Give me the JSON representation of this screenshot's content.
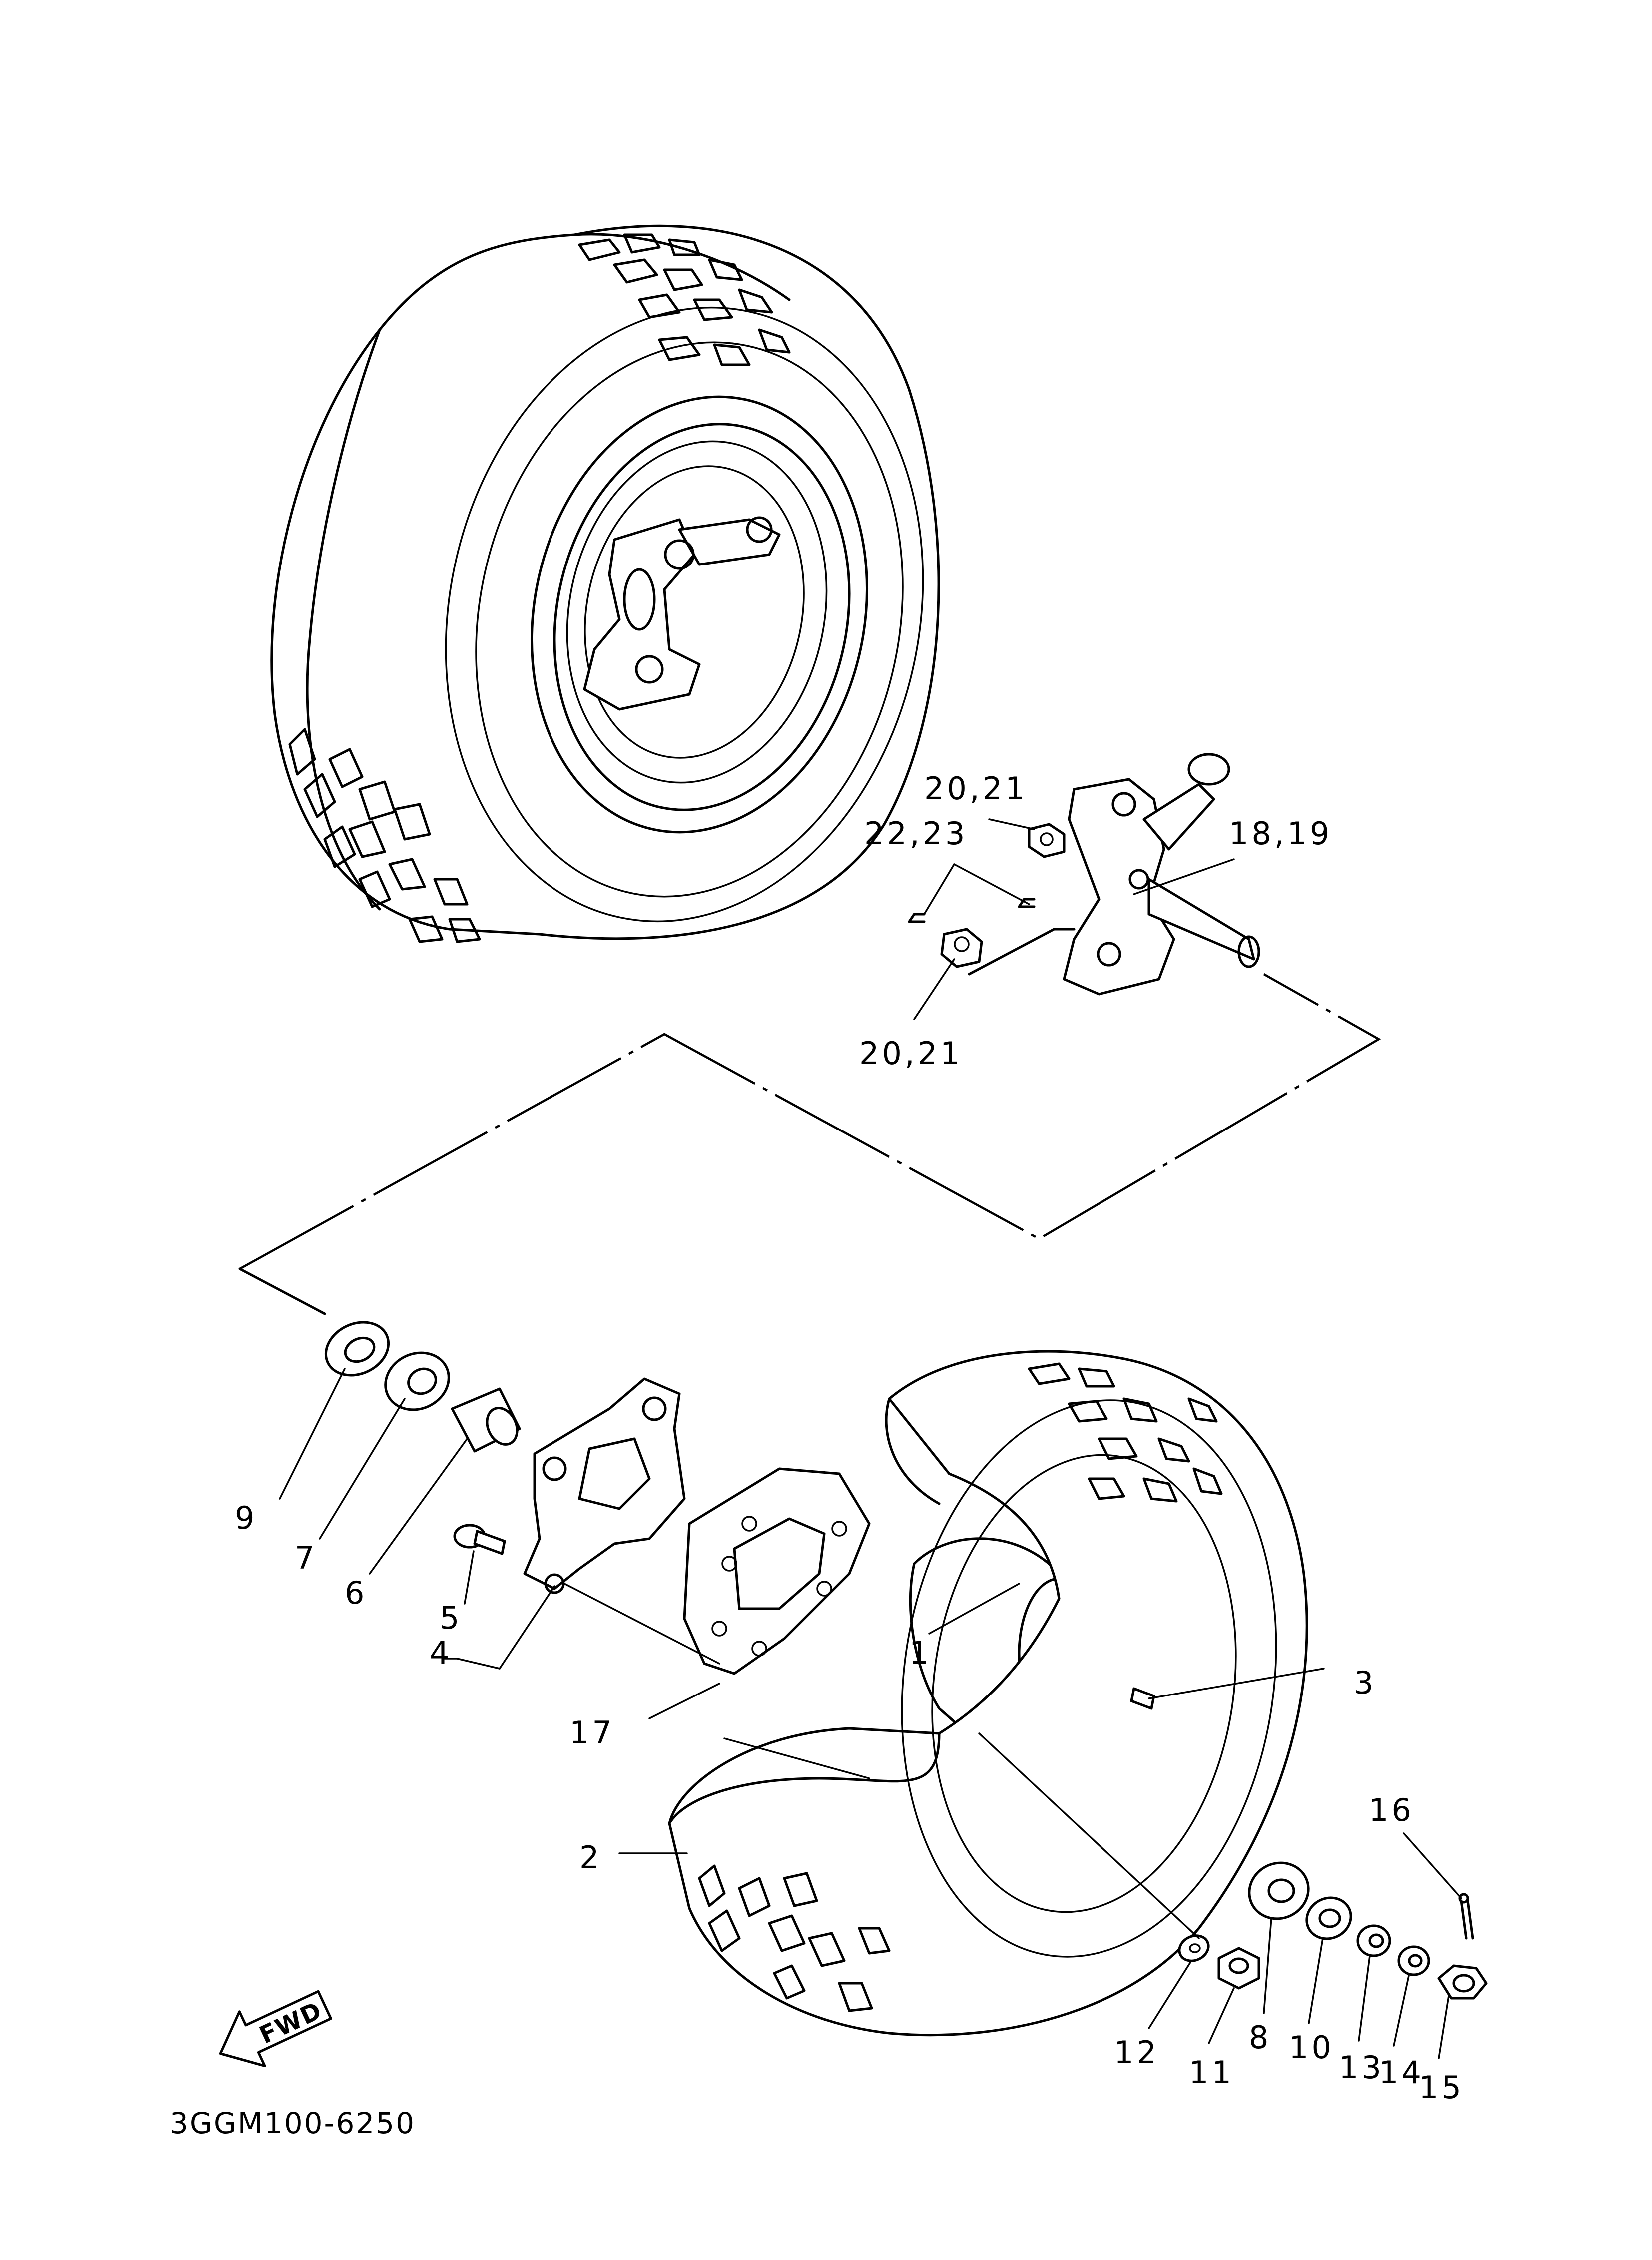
{
  "diagram": {
    "code": "3GGM100-6250",
    "fwd_label": "FWD",
    "callouts": {
      "p1": "1",
      "p2": "2",
      "p3": "3",
      "p4": "4",
      "p5": "5",
      "p6": "6",
      "p7": "7",
      "p8": "8",
      "p9": "9",
      "p10": "10",
      "p11": "11",
      "p12": "12",
      "p13": "13",
      "p14": "14",
      "p15": "15",
      "p16": "16",
      "p17": "17",
      "p18_19": "18,19",
      "p20_21_top": "20,21",
      "p20_21_bottom": "20,21",
      "p22_23": "22,23"
    }
  }
}
